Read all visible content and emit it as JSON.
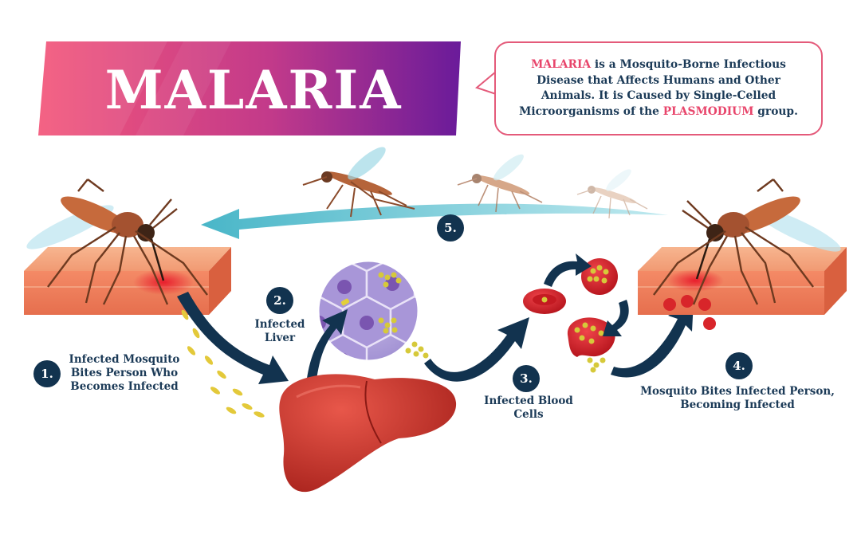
{
  "title": "MALARIA",
  "description": {
    "highlight_1": "MALARIA",
    "text_1": " is a Mosquito-Borne Infectious Disease that Affects Humans and Other Animals. It is Caused by Single-Celled Microorganisms of the ",
    "highlight_2": "PLASMODIUM",
    "text_2": " group."
  },
  "steps": [
    {
      "number": "1.",
      "label_line1": "Infected Mosquito",
      "label_line2": "Bites Person Who",
      "label_line3": "Becomes Infected"
    },
    {
      "number": "2.",
      "label_line1": "Infected",
      "label_line2": "Liver"
    },
    {
      "number": "3.",
      "label_line1": "Infected Blood",
      "label_line2": "Cells"
    },
    {
      "number": "4.",
      "label_line1": "Mosquito Bites Infected Person,",
      "label_line2": "Becoming Infected"
    },
    {
      "number": "5."
    }
  ],
  "colors": {
    "banner_start": "#f3567a",
    "banner_end": "#6a1b9a",
    "accent_pink": "#e8456b",
    "navy": "#12334f",
    "arrow_teal": "#5bc3d2",
    "skin": "#f2a37a",
    "liver": "#c8312a",
    "blood_cell": "#d8252a"
  }
}
